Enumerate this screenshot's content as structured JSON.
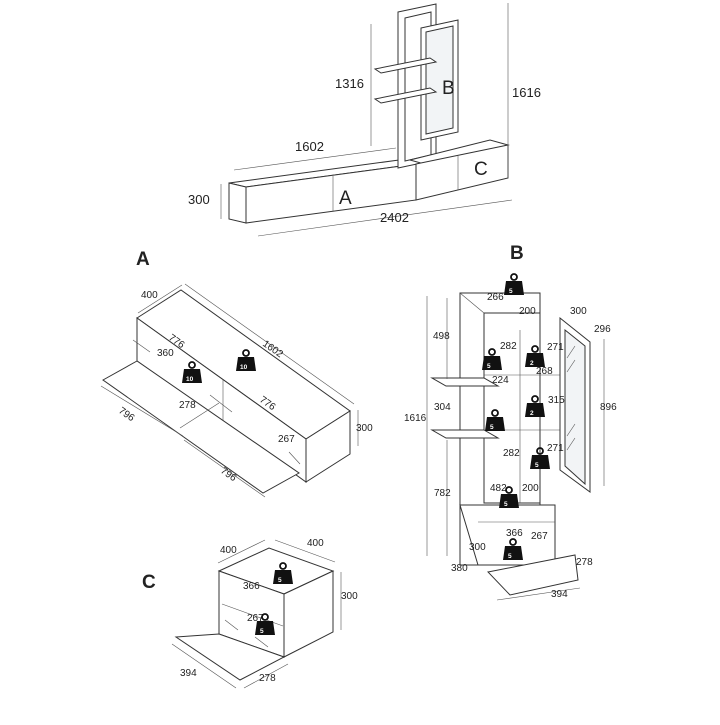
{
  "overview": {
    "dims": {
      "h_1316": "1316",
      "h_1616": "1616",
      "w_1602": "1602",
      "d_300": "300",
      "w_2402": "2402"
    },
    "labels": {
      "a": "A",
      "b": "B",
      "c": "C"
    }
  },
  "section_a": {
    "title": "A",
    "dims": {
      "d400": "400",
      "w1602": "1602",
      "w776_top": "776",
      "w776_mid": "776",
      "s360": "360",
      "s278": "278",
      "h267": "267",
      "h300": "300",
      "w796_left": "796",
      "w796_bottom": "796"
    },
    "weights": [
      "10",
      "10"
    ]
  },
  "section_b": {
    "title": "B",
    "dims": {
      "w266": "266",
      "w200_top": "200",
      "d300": "300",
      "d296": "296",
      "h498": "498",
      "h282_top": "282",
      "w271_top": "271",
      "w224": "224",
      "h268": "268",
      "h1616": "1616",
      "h304": "304",
      "h315": "315",
      "h896": "896",
      "h282_mid": "282",
      "w271_mid": "271",
      "h782": "782",
      "w482": "482",
      "w200_bot": "200",
      "w366": "366",
      "h267": "267",
      "d300_bot": "300",
      "d380": "380",
      "d278": "278",
      "w394": "394"
    },
    "weights": [
      "5",
      "5",
      "2",
      "5",
      "2",
      "5",
      "5",
      "5"
    ]
  },
  "section_c": {
    "title": "C",
    "dims": {
      "d400_left": "400",
      "d400_right": "400",
      "w366": "366",
      "h267": "267",
      "h300": "300",
      "w394": "394",
      "w278": "278"
    },
    "weights": [
      "5",
      "5"
    ]
  }
}
